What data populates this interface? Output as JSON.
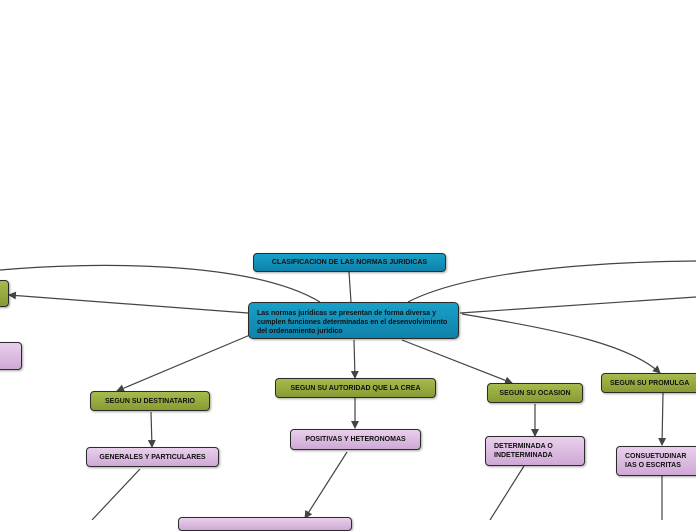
{
  "map": {
    "title": "CLASIFICACION DE LAS NORMAS JURIDICAS",
    "central": "Las normas jurídicas se presentan de forma diversa y cumplen funciones determinadas en el desenvolvimiento del ordenamiento jurídico",
    "branches": [
      {
        "label": "SEGUN SU DESTINATARIO",
        "children": [
          "GENERALES Y PARTICULARES"
        ]
      },
      {
        "label": "SEGUN SU AUTORIDAD QUE LA CREA",
        "children": [
          "POSITIVAS Y HETERONOMAS"
        ]
      },
      {
        "label": "SEGUN SU OCASION",
        "children": [
          "DETERMINADA O INDETERMINADA"
        ]
      },
      {
        "label": "SEGUN SU PROMULGA",
        "children": [
          "CONSUETUDINAR IAS O ESCRITAS"
        ]
      }
    ]
  },
  "colors": {
    "central": "#1496c0",
    "branch": "#9ab040",
    "leaf": "#dcbce2",
    "line": "#444444"
  }
}
